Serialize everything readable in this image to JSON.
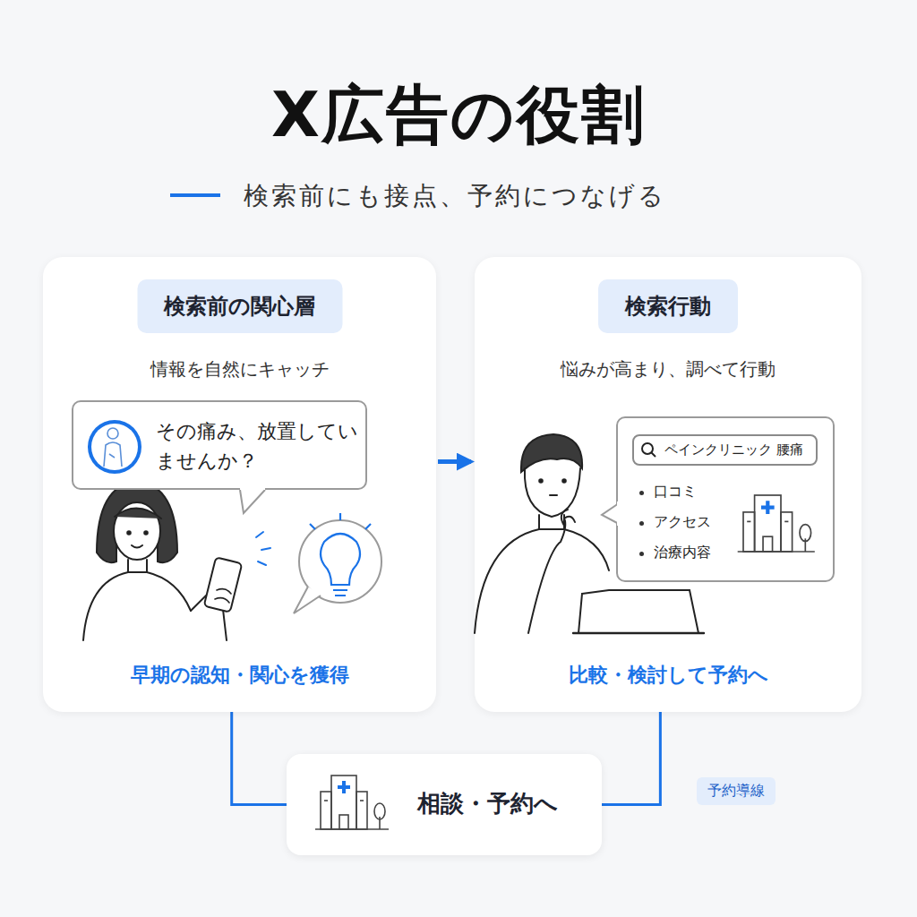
{
  "diagram": {
    "title": "X広告の役割",
    "nodes": [
      {
        "text": [
          "検索前の関心層",
          "情報を自然にキャッチ",
          "早期の認知・関心を獲得"
        ]
      },
      {
        "text": [
          "その痛み、放置していませんか？"
        ],
        "in": 0
      },
      {
        "text": [
          "検索行動",
          "悩みが高まり、調べて行動",
          "比較・検討して予約へ"
        ]
      },
      {
        "text": [
          "口コミ",
          "アクセス",
          "治療内容"
        ],
        "in": 2
      },
      {
        "text": [
          "ペインクリニック 腰痛"
        ],
        "in": 3
      },
      {
        "text": [
          "相談・予約へ"
        ]
      }
    ],
    "edges": [
      {
        "from": 0,
        "to": 2,
        "arrow": "to"
      },
      {
        "from": 0,
        "to": 5,
        "arrow": "none"
      },
      {
        "from": 2,
        "to": 5,
        "arrow": "none"
      }
    ],
    "labels": [
      "検索前にも接点、予約につなげる",
      "予約導線"
    ]
  }
}
